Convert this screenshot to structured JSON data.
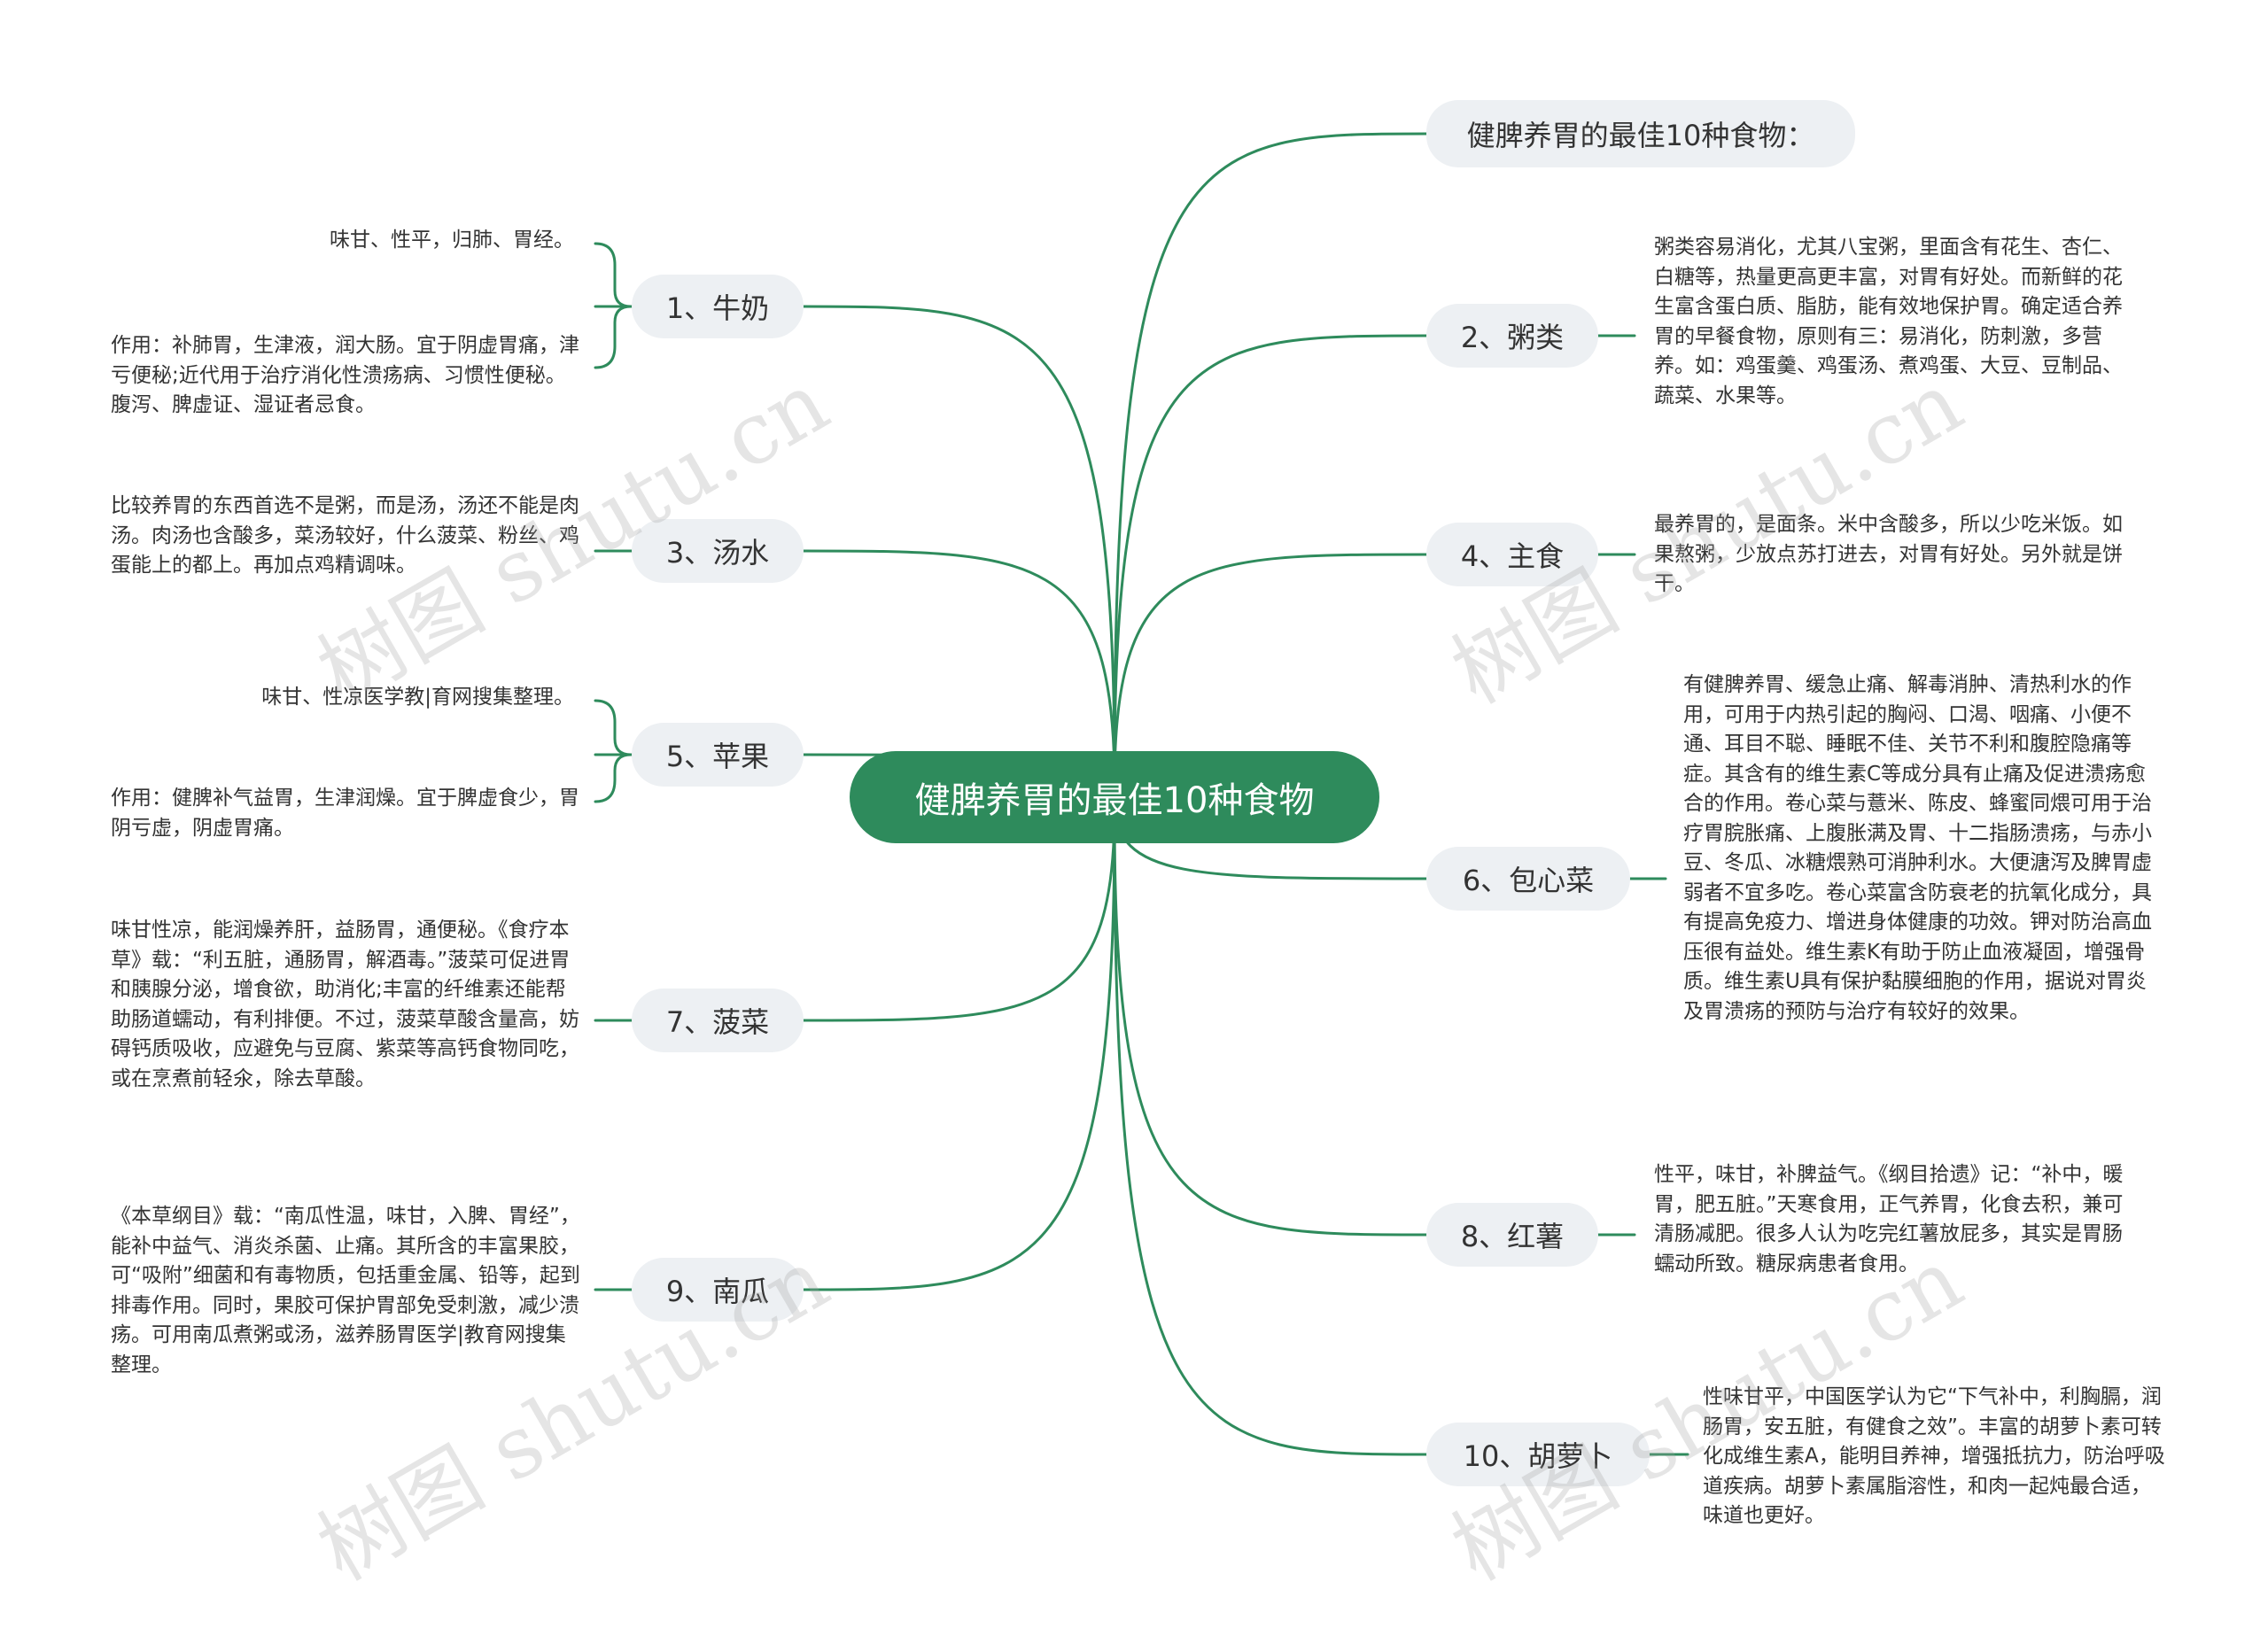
{
  "colors": {
    "line": "#2e8b5c",
    "center_bg": "#2e8b5c",
    "node_bg": "#edf0f3",
    "text": "#333333"
  },
  "center": {
    "label": "健脾养胃的最佳10种食物"
  },
  "title_node": {
    "label": "健脾养胃的最佳10种食物："
  },
  "left": [
    {
      "label": "1、牛奶",
      "notes": [
        "味甘、性平，归肺、胃经。",
        "作用：补肺胃，生津液，润大肠。宜于阴虚胃痛，津亏便秘;近代用于治疗消化性溃疡病、习惯性便秘。腹泻、脾虚证、湿证者忌食。"
      ]
    },
    {
      "label": "3、汤水",
      "notes": [
        "比较养胃的东西首选不是粥，而是汤，汤还不能是肉汤。肉汤也含酸多，菜汤较好，什么菠菜、粉丝、鸡蛋能上的都上。再加点鸡精调味。"
      ]
    },
    {
      "label": "5、苹果",
      "notes": [
        "味甘、性凉医学教|育网搜集整理。",
        "作用：健脾补气益胃，生津润燥。宜于脾虚食少，胃阴亏虚，阴虚胃痛。"
      ]
    },
    {
      "label": "7、菠菜",
      "notes": [
        "味甘性凉，能润燥养肝，益肠胃，通便秘。《食疗本草》载：“利五脏，通肠胃，解酒毒。”菠菜可促进胃和胰腺分泌，增食欲，助消化;丰富的纤维素还能帮助肠道蠕动，有利排便。不过，菠菜草酸含量高，妨碍钙质吸收，应避免与豆腐、紫菜等高钙食物同吃，或在烹煮前轻氽，除去草酸。"
      ]
    },
    {
      "label": "9、南瓜",
      "notes": [
        "《本草纲目》载：“南瓜性温，味甘，入脾、胃经”，能补中益气、消炎杀菌、止痛。其所含的丰富果胶，可“吸附”细菌和有毒物质，包括重金属、铅等，起到排毒作用。同时，果胶可保护胃部免受刺激，减少溃疡。可用南瓜煮粥或汤，滋养肠胃医学|教育网搜集整理。"
      ]
    }
  ],
  "right": [
    {
      "label": "2、粥类",
      "notes": [
        "粥类容易消化，尤其八宝粥，里面含有花生、杏仁、白糖等，热量更高更丰富，对胃有好处。而新鲜的花生富含蛋白质、脂肪，能有效地保护胃。确定适合养胃的早餐食物，原则有三：易消化，防刺激，多营养。如：鸡蛋羹、鸡蛋汤、煮鸡蛋、大豆、豆制品、蔬菜、水果等。"
      ]
    },
    {
      "label": "4、主食",
      "notes": [
        "最养胃的，是面条。米中含酸多，所以少吃米饭。如果熬粥，少放点苏打进去，对胃有好处。另外就是饼干。"
      ]
    },
    {
      "label": "6、包心菜",
      "notes": [
        "有健脾养胃、缓急止痛、解毒消肿、清热利水的作用，可用于内热引起的胸闷、口渴、咽痛、小便不通、耳目不聪、睡眠不佳、关节不利和腹腔隐痛等症。其含有的维生素C等成分具有止痛及促进溃疡愈合的作用。卷心菜与薏米、陈皮、蜂蜜同煨可用于治疗胃脘胀痛、上腹胀满及胃、十二指肠溃疡，与赤小豆、冬瓜、冰糖煨熟可消肿利水。大便溏泻及脾胃虚弱者不宜多吃。卷心菜富含防衰老的抗氧化成分，具有提高免疫力、增进身体健康的功效。钾对防治高血压很有益处。维生素K有助于防止血液凝固，增强骨质。维生素U具有保护黏膜细胞的作用，据说对胃炎及胃溃疡的预防与治疗有较好的效果。"
      ]
    },
    {
      "label": "8、红薯",
      "notes": [
        "性平，味甘，补脾益气。《纲目拾遗》记：“补中，暖胃，肥五脏。”天寒食用，正气养胃，化食去积，兼可清肠减肥。很多人认为吃完红薯放屁多，其实是胃肠蠕动所致。糖尿病患者食用。"
      ]
    },
    {
      "label": "10、胡萝卜",
      "notes": [
        "性味甘平，中国医学认为它“下气补中，利胸膈，润肠胃，安五脏，有健食之效”。丰富的胡萝卜素可转化成维生素A，能明目养神，增强抵抗力，防治呼吸道疾病。胡萝卜素属脂溶性，和肉一起炖最合适，味道也更好。"
      ]
    }
  ],
  "watermarks": [
    "树图 shutu.cn",
    "树图 shutu.cn",
    "树图 shutu.cn",
    "树图 shutu.cn"
  ]
}
